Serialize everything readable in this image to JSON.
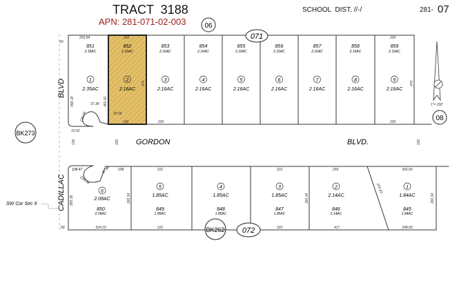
{
  "header": {
    "tract": "TRACT  3188",
    "apn": "APN: 281-071-02-003",
    "school_dist": "SCHOOL  DIST. //-/",
    "book_page_prefix": "281-",
    "book_page_num": "07"
  },
  "colors": {
    "apn_text": "#a0201c",
    "highlight_fill": "#e3c06a",
    "highlight_hatch": "#c79a3a",
    "line": "#222222"
  },
  "labels": {
    "page_06": "06",
    "page_08": "08",
    "block_071": "071",
    "block_072": "072",
    "bk273": "BK273",
    "bk262": "BK262",
    "street_blvd_vertical": "BLVD",
    "street_gordon": "GORDON",
    "street_gordon_blvd": "BLVD.",
    "street_cadillac": "CADILLAC",
    "sw_corner": "SW Cor Sec 9",
    "north_scale": "1\"= 200'"
  },
  "dimensions": {
    "top_first": "203.84",
    "top_lot2": "200",
    "top_last": "200",
    "bottom_top_lot2": "180",
    "bottom_top_mid": "200",
    "bottom_top_last": "200",
    "left_50": "50",
    "left_side": "498.18",
    "lot2_left": "465.92",
    "lot2_right": "470",
    "right_side": "470",
    "curve_a": "37.38",
    "curve_b": "235.04",
    "curve_c": "10.52",
    "lot2_inner": "20.58",
    "gordon_w1": "100",
    "gordon_w2": "180",
    "gordon_w3": "180",
    "b_curve_a": "108.47",
    "b_curve_b": "235.04",
    "b_curve_c": "37.98",
    "b_105": "105",
    "b_top": [
      "310",
      "310",
      "299",
      "366.83"
    ],
    "b_bottom": [
      "324.03",
      "310",
      "310",
      "417",
      "248.83"
    ],
    "b_side": [
      "280.39",
      "260.34",
      "260.34",
      "265.83",
      "260.34"
    ],
    "b_left_50": "50"
  },
  "top_lots": [
    {
      "lot": "1",
      "acres": "2.35AC",
      "apn": "851",
      "apn_acres": "2.35AC",
      "selected": false
    },
    {
      "lot": "2",
      "acres": "2.16AC",
      "apn": "852",
      "apn_acres": "2.16AC",
      "selected": true
    },
    {
      "lot": "3",
      "acres": "2.16AC",
      "apn": "853",
      "apn_acres": "2.16AC",
      "selected": false
    },
    {
      "lot": "4",
      "acres": "2.16AC",
      "apn": "854",
      "apn_acres": "2.16AC",
      "selected": false
    },
    {
      "lot": "5",
      "acres": "2.16AC",
      "apn": "855",
      "apn_acres": "2.16AC",
      "selected": false
    },
    {
      "lot": "6",
      "acres": "2.16AC",
      "apn": "856",
      "apn_acres": "2.16AC",
      "selected": false
    },
    {
      "lot": "7",
      "acres": "2.16AC",
      "apn": "857",
      "apn_acres": "2.16AC",
      "selected": false
    },
    {
      "lot": "8",
      "acres": "2.16AC",
      "apn": "858",
      "apn_acres": "2.16AC",
      "selected": false
    },
    {
      "lot": "9",
      "acres": "2.16AC",
      "apn": "859",
      "apn_acres": "2.16AC",
      "selected": false
    }
  ],
  "bottom_lots": [
    {
      "lot": "6",
      "acres": "2.09AC",
      "apn": "850",
      "apn_acres": "2.09AC"
    },
    {
      "lot": "5",
      "acres": "1.85AC",
      "apn": "849",
      "apn_acres": "1.85AC"
    },
    {
      "lot": "4",
      "acres": "1.85AC",
      "apn": "848",
      "apn_acres": "1.85AC"
    },
    {
      "lot": "3",
      "acres": "1.85AC",
      "apn": "847",
      "apn_acres": "1.85AC"
    },
    {
      "lot": "2",
      "acres": "2.14AC",
      "apn": "846",
      "apn_acres": "2.14AC"
    },
    {
      "lot": "1",
      "acres": "1.84AC",
      "apn": "845",
      "apn_acres": "1.84AC"
    }
  ]
}
